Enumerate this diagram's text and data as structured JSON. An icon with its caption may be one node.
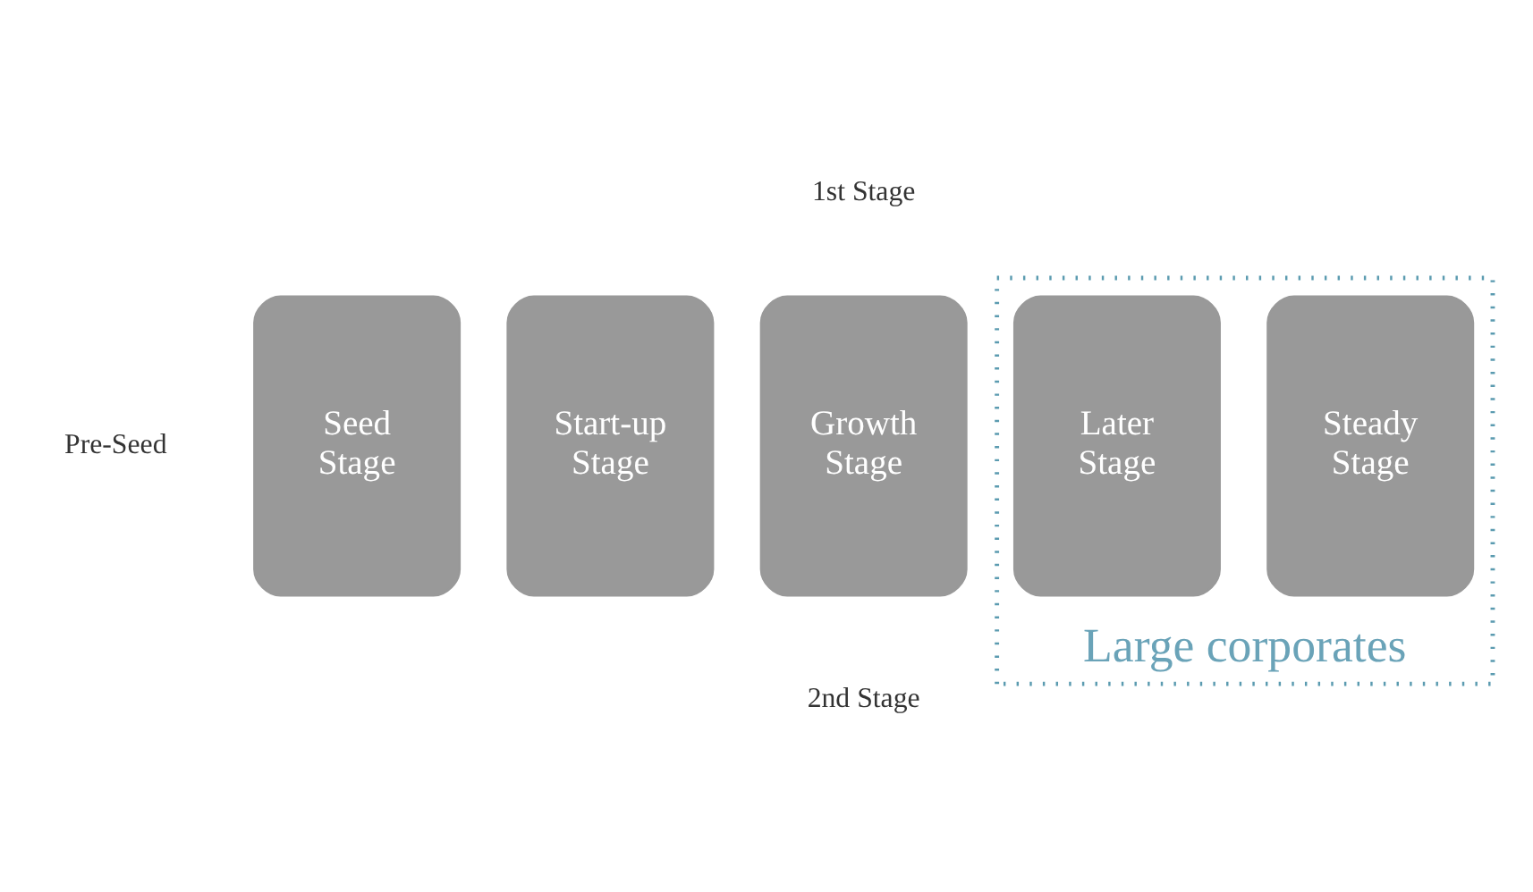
{
  "diagram": {
    "nodes": [
      {
        "text": [
          "Seed Stage"
        ]
      },
      {
        "text": [
          "Start-up Stage"
        ]
      },
      {
        "text": [
          "Growth Stage"
        ]
      },
      {
        "text": [
          "Large corporates"
        ]
      },
      {
        "text": [
          "Later Stage"
        ],
        "in": 3
      },
      {
        "text": [
          "Steady Stage"
        ],
        "in": 3
      }
    ],
    "edges": [],
    "labels": [
      "Pre-Seed",
      "1st Stage",
      "2nd Stage"
    ]
  }
}
